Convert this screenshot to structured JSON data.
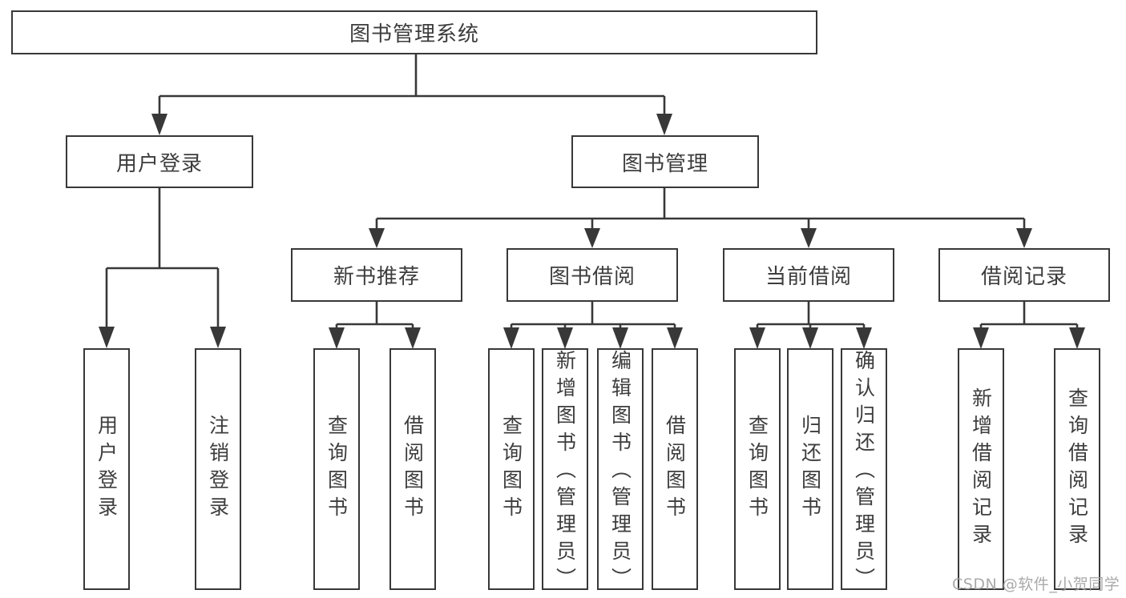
{
  "diagram_title": "图书管理系统",
  "tree": {
    "label": "图书管理系统",
    "children": [
      {
        "label": "用户登录",
        "children": [
          {
            "label": "用户登录"
          },
          {
            "label": "注销登录"
          }
        ]
      },
      {
        "label": "图书管理",
        "children": [
          {
            "label": "新书推荐",
            "children": [
              {
                "label": "查询图书"
              },
              {
                "label": "借阅图书"
              }
            ]
          },
          {
            "label": "图书借阅",
            "children": [
              {
                "label": "查询图书"
              },
              {
                "label": "新增图书（管理员）"
              },
              {
                "label": "编辑图书（管理员）"
              },
              {
                "label": "借阅图书"
              }
            ]
          },
          {
            "label": "当前借阅",
            "children": [
              {
                "label": "查询图书"
              },
              {
                "label": "归还图书"
              },
              {
                "label": "确认归还（管理员）"
              }
            ]
          },
          {
            "label": "借阅记录",
            "children": [
              {
                "label": "新增借阅记录"
              },
              {
                "label": "查询借阅记录"
              }
            ]
          }
        ]
      }
    ]
  },
  "watermark": {
    "text": "CSDN @软件_小贺同学"
  },
  "colors": {
    "line": "#383838",
    "text": "#3d3d3d",
    "background": "#ffffff",
    "watermark": "#a3a3a3"
  }
}
